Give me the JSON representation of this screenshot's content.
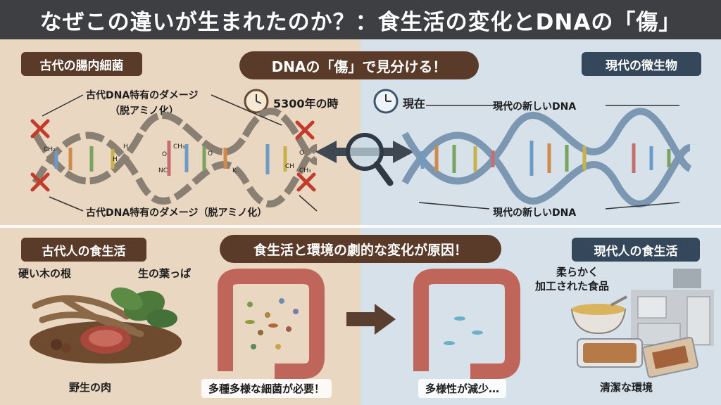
{
  "title": "なぜこの違いが生まれたのか？：食生活の変化とDNAの「傷」",
  "top": {
    "left_tag": "古代の腸内細菌",
    "center_banner": "DNAの「傷」で見分ける！",
    "right_tag": "現代の微生物",
    "ancient_damage_label_top": "古代DNA特有のダメージ",
    "ancient_damage_label_top_sub": "（脱アミノ化）",
    "ancient_damage_label_bottom": "古代DNA特有のダメージ（脱アミノ化）",
    "time_ancient": "5300年の時",
    "time_modern": "現在",
    "modern_dna_top": "現代の新しいDNA",
    "modern_dna_bottom": "現代の新しいDNA",
    "chem_labels": [
      "CH₂",
      "H",
      "H",
      "O",
      "NC",
      "CH₃",
      "CH",
      "O",
      "CH₃",
      "K",
      "O"
    ]
  },
  "bottom": {
    "left_tag": "古代人の食生活",
    "center_banner": "食生活と環境の劇的な変化が原因！",
    "right_tag": "現代人の食生活",
    "food_root": "硬い木の根",
    "food_leaves": "生の葉っぱ",
    "food_meat": "野生の肉",
    "gut_ancient_caption": "多種多様な細菌が必要！",
    "gut_modern_caption": "多様性が減少…",
    "processed_food": "柔らかく\n加工された食品",
    "processed_food_line1": "柔らかく",
    "processed_food_line2": "加工された食品",
    "clean_env": "清潔な環境"
  },
  "colors": {
    "title_bg": "#3d3f42",
    "brown_tag": "#5a3b2a",
    "slate_tag": "#35475a",
    "damage_x": "#c23b2b",
    "ancient_bg": "#ead7c1",
    "modern_bg": "#d6e1ea"
  },
  "icons": [
    "clock-icon",
    "magnifier-icon",
    "arrow-right-icon",
    "x-mark-icon",
    "dna-icon",
    "intestine-icon",
    "bowl-icon",
    "kitchen-icon"
  ]
}
